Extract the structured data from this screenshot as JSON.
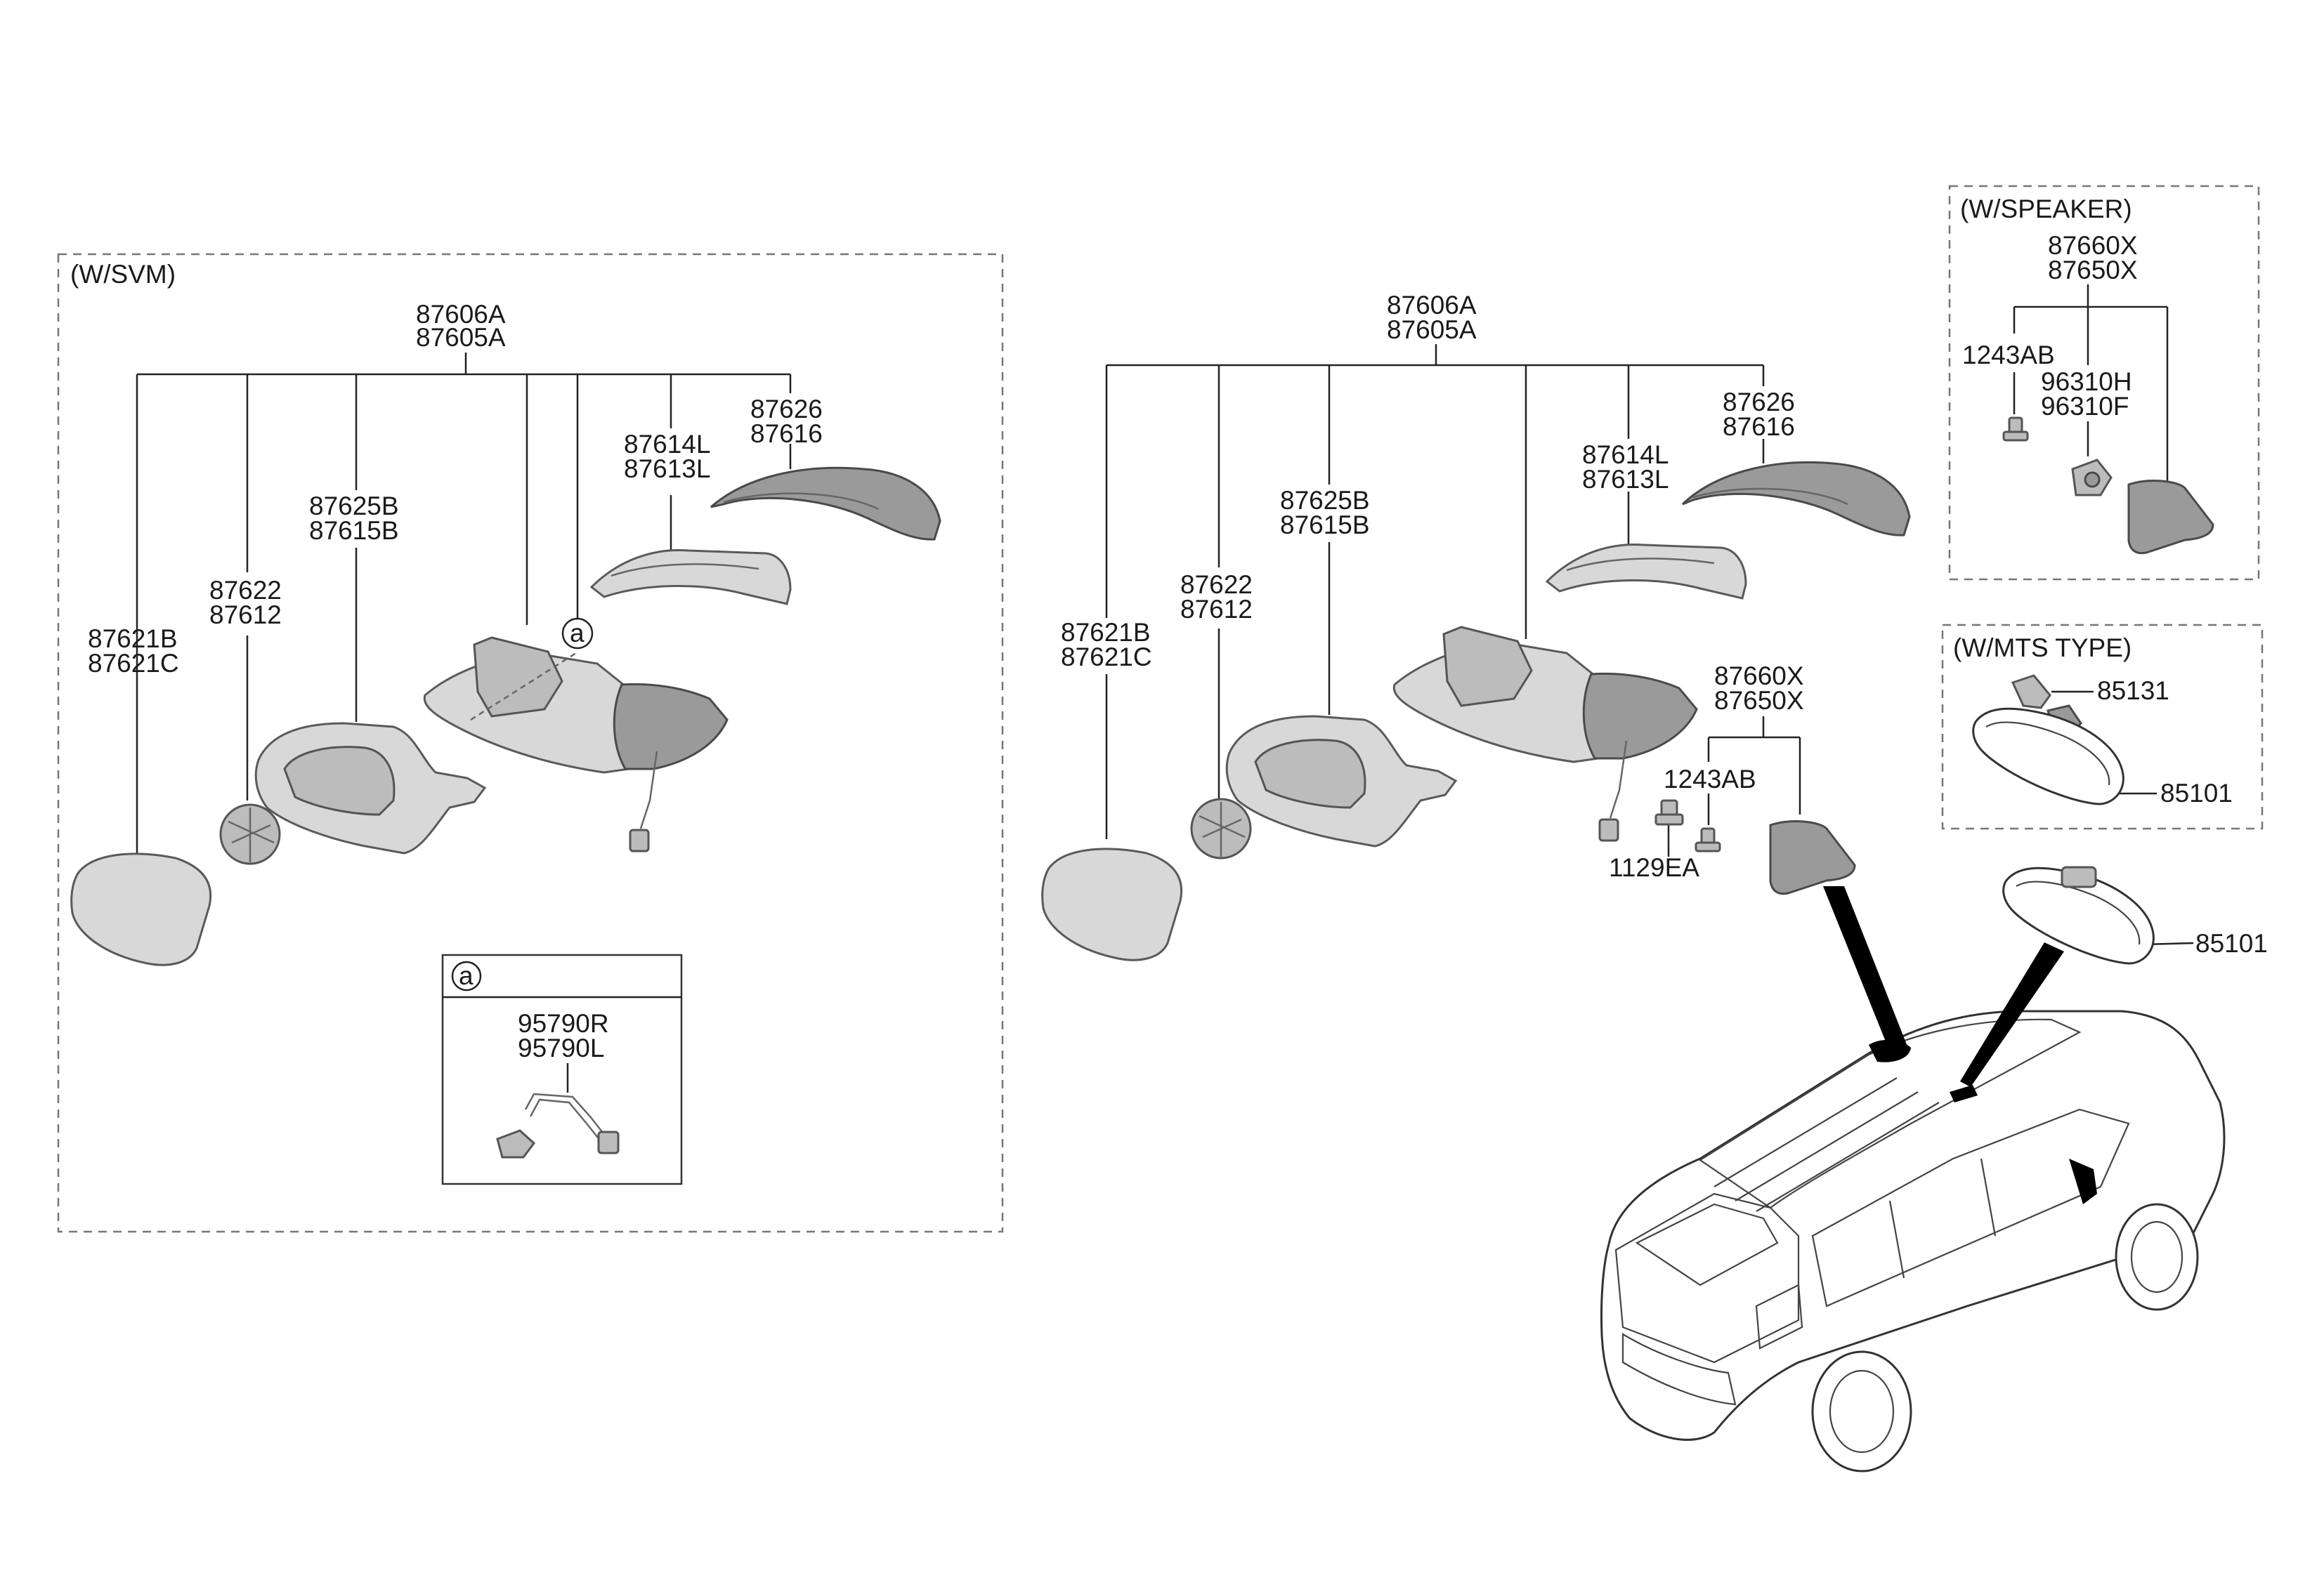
{
  "boxes": {
    "svm": {
      "title": "(W/SVM)"
    },
    "speaker": {
      "title": "(W/SPEAKER)"
    },
    "mts": {
      "title": "(W/MTS TYPE)"
    },
    "callout_a": {
      "title": "a"
    }
  },
  "callout_marker": "a",
  "svm_group": {
    "assembly": [
      "87606A",
      "87605A"
    ],
    "cover": [
      "87626",
      "87616"
    ],
    "lamp": [
      "87614L",
      "87613L"
    ],
    "scalp": [
      "87625B",
      "87615B"
    ],
    "actuator": [
      "87622",
      "87612"
    ],
    "glass": [
      "87621B",
      "87621C"
    ]
  },
  "callout_a": {
    "harness": [
      "95790R",
      "95790L"
    ]
  },
  "main_group": {
    "assembly": [
      "87606A",
      "87605A"
    ],
    "cover": [
      "87626",
      "87616"
    ],
    "lamp": [
      "87614L",
      "87613L"
    ],
    "scalp": [
      "87625B",
      "87615B"
    ],
    "actuator": [
      "87622",
      "87612"
    ],
    "glass": [
      "87621B",
      "87621C"
    ],
    "triangle_assy": [
      "87660X",
      "87650X"
    ],
    "screw": "1243AB",
    "bolt": "1129EA",
    "inside_mirror": "85101"
  },
  "speaker_group": {
    "triangle_assy": [
      "87660X",
      "87650X"
    ],
    "screw": "1243AB",
    "speaker": [
      "96310H",
      "96310F"
    ]
  },
  "mts_group": {
    "cover": "85131",
    "inside_mirror": "85101"
  }
}
